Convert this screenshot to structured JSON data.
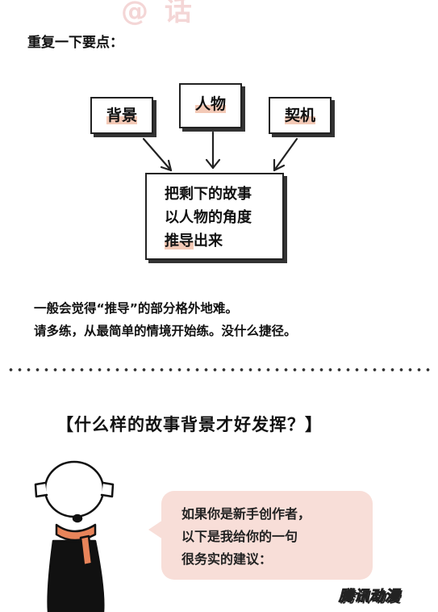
{
  "watermark": "@ 话",
  "heading": "重复一下要点：",
  "boxes": {
    "background": "背景",
    "person": "人物",
    "chance": "契机"
  },
  "main_box": {
    "line1": "把剩下的故事",
    "line2": "以人物的角度",
    "line3_hl": "推导",
    "line3_rest": "出来"
  },
  "paragraph": {
    "line1": "一般会觉得“推导”的部分格外地难。",
    "line2": "请多练，从最简单的情境开始练。没什么捷径。"
  },
  "question": "【什么样的故事背景才好发挥？】",
  "bubble": {
    "line1": "如果你是新手创作者，",
    "line2": "以下是我给你的一句",
    "line3": "很务实的建议："
  },
  "logo": "腾讯动漫",
  "colors": {
    "highlight": "#f3c9b6",
    "bubble": "#f8ded8",
    "scarf": "#e8845a"
  }
}
